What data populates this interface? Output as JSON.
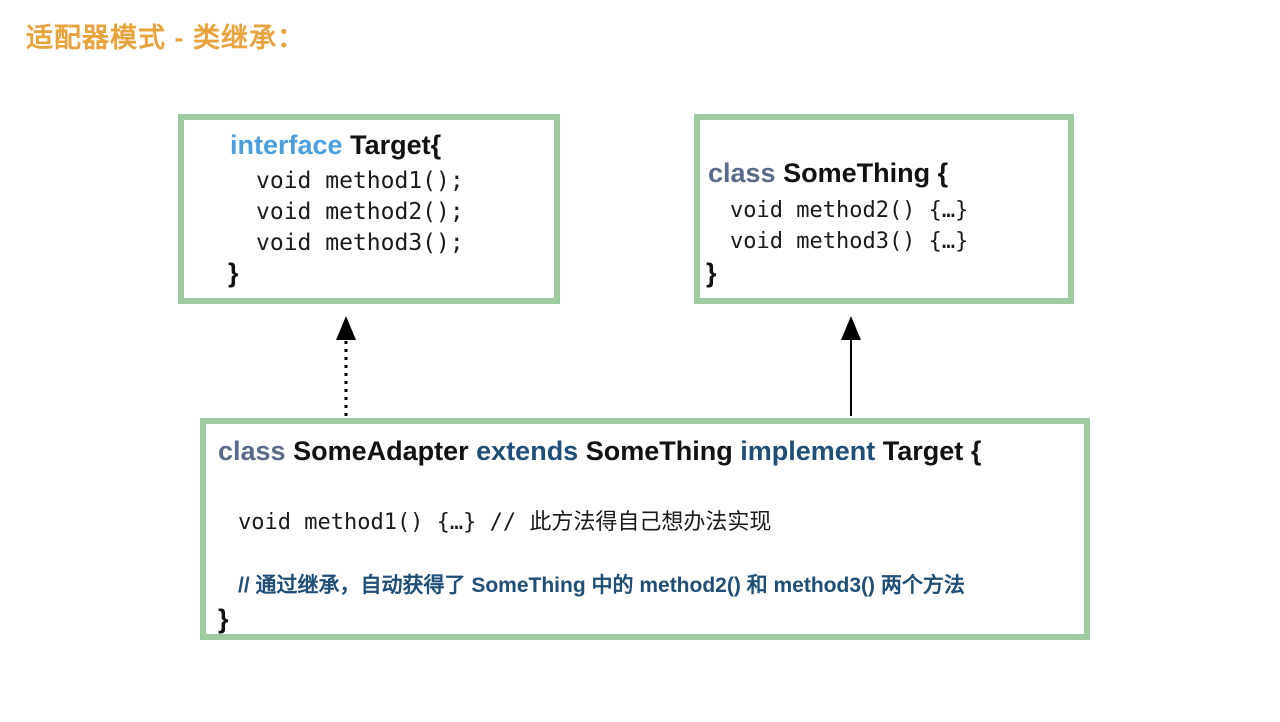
{
  "slide": {
    "title": "适配器模式 - 类继承：",
    "title_color": "#e8a33d",
    "background_color": "#ffffff",
    "box_border_color": "#9ecaa0"
  },
  "target_box": {
    "signature": {
      "keyword": "interface",
      "keyword_color": "#4a9fe0",
      "name": "Target",
      "open_brace": "{"
    },
    "members": [
      "void method1();",
      "void method2();",
      "void method3();"
    ],
    "close_brace": "}"
  },
  "something_box": {
    "signature": {
      "keyword": "class",
      "keyword_color": "#5a6a8c",
      "name": "SomeThing",
      "open_brace": "{"
    },
    "members": [
      "void method2() {…}",
      "void method3() {…}"
    ],
    "close_brace": "}"
  },
  "adapter_box": {
    "signature": {
      "keyword": "class",
      "keyword_color": "#5a6a8c",
      "name": "SomeAdapter",
      "extends_keyword": "extends",
      "extends_target": "SomeThing",
      "implement_keyword": "implement",
      "implement_target": "Target",
      "relation_keyword_color": "#1f4e79",
      "open_brace": "{"
    },
    "member_line": "void method1() {…} // 此方法得自己想办法实现",
    "note_line": "// 通过继承，自动获得了 SomeThing 中的 method2() 和 method3() 两个方法",
    "note_color": "#1f4e79",
    "close_brace": "}"
  },
  "arrows": [
    {
      "name": "implements-arrow",
      "style": "dotted",
      "direction": "up",
      "from": "adapter_box",
      "to": "target_box",
      "color": "#000000"
    },
    {
      "name": "extends-arrow",
      "style": "solid",
      "direction": "up",
      "from": "adapter_box",
      "to": "something_box",
      "color": "#000000"
    }
  ]
}
